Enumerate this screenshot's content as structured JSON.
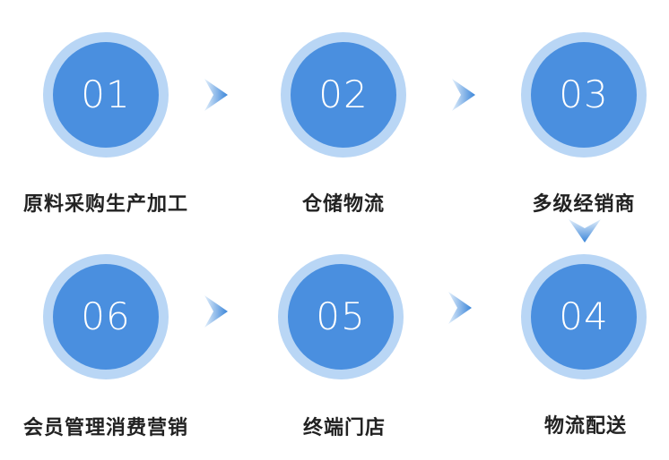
{
  "colors": {
    "circle_outer": "#b9d6f5",
    "circle_inner": "#4a8fdf",
    "arrow_dark": "#3b86d9",
    "arrow_light": "#e3effb",
    "label_text": "#222222"
  },
  "steps": [
    {
      "num": "01",
      "label": "原料采购生产加工"
    },
    {
      "num": "02",
      "label": "仓储物流"
    },
    {
      "num": "03",
      "label": "多级经销商"
    },
    {
      "num": "04",
      "label": "物流配送"
    },
    {
      "num": "05",
      "label": "终端门店"
    },
    {
      "num": "06",
      "label": "会员管理消费营销"
    }
  ],
  "arrow_icon": "chevron-arrow-icon"
}
